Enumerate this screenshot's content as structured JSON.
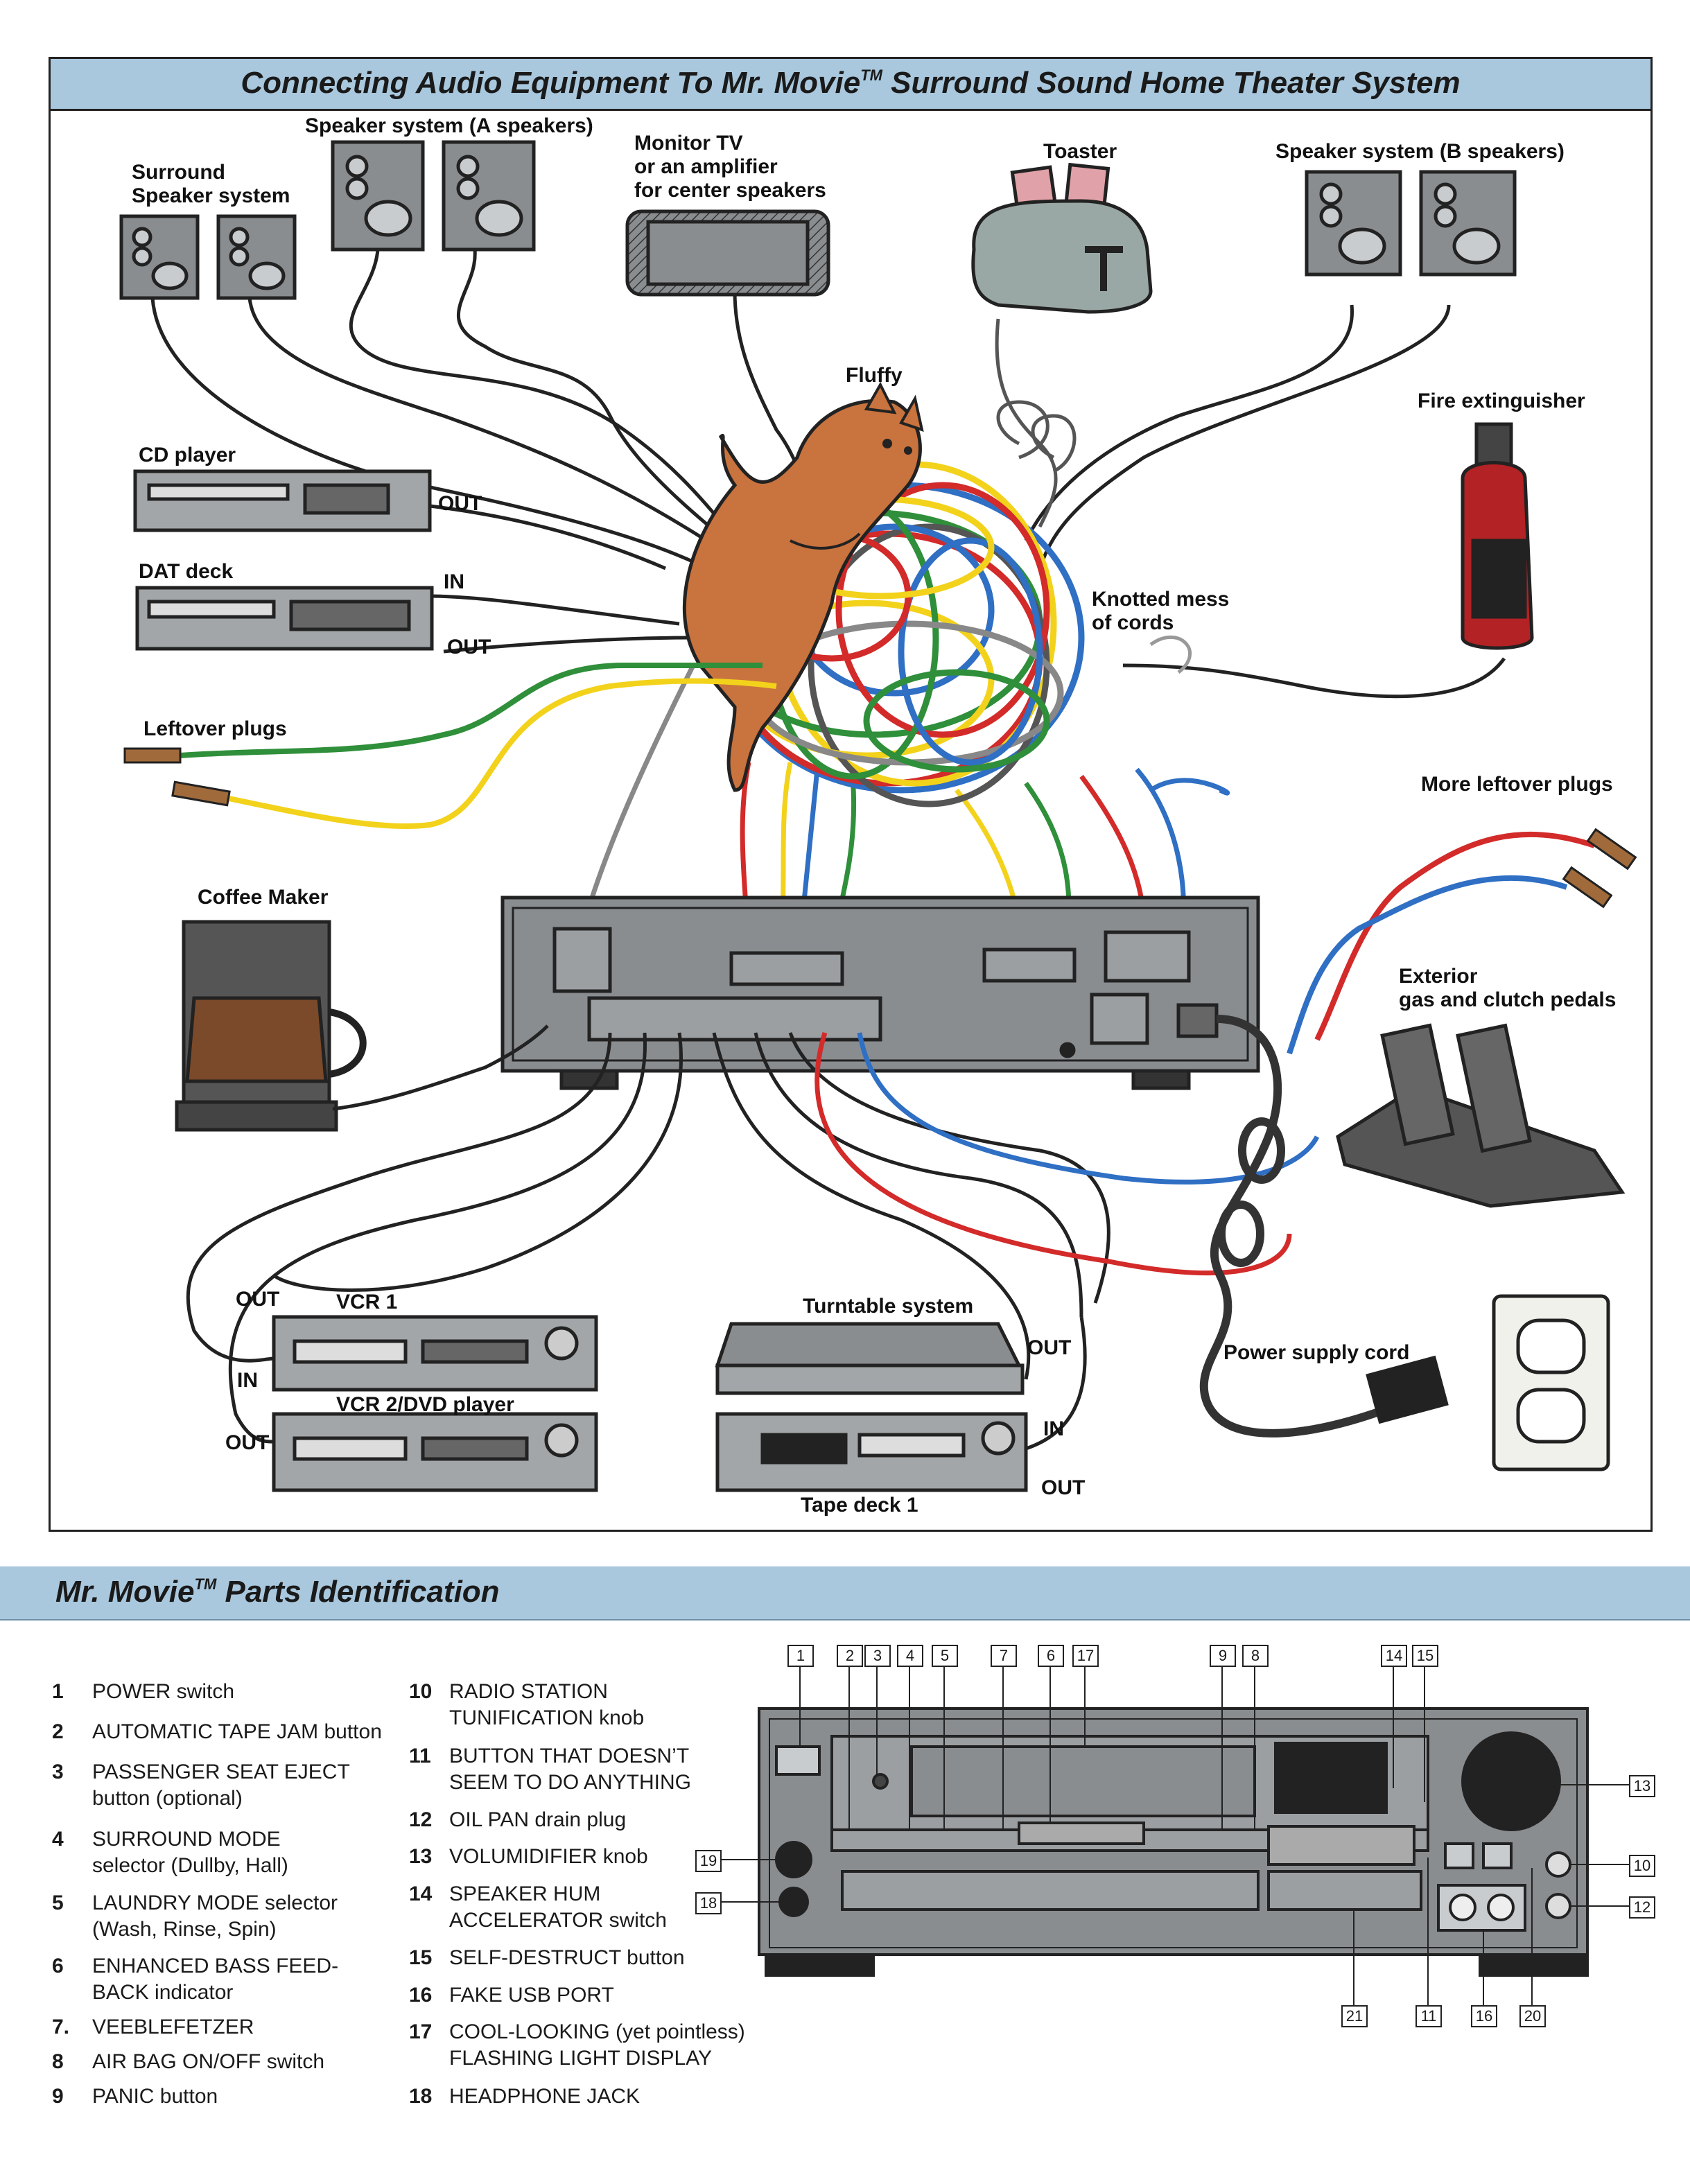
{
  "diagram": {
    "title": "Connecting Audio Equipment To Mr. Movie",
    "title_tm": "TM",
    "title_rest": " Surround Sound Home Theater System",
    "labels": {
      "surround_speakers": "Surround\nSpeaker system",
      "speakers_a": "Speaker system (A speakers)",
      "monitor_tv": "Monitor TV\nor an amplifier\nfor center speakers",
      "toaster": "Toaster",
      "speakers_b": "Speaker system (B speakers)",
      "fluffy": "Fluffy",
      "fire_extinguisher": "Fire extinguisher",
      "cd_player": "CD player",
      "cd_out": "OUT",
      "dat_deck": "DAT deck",
      "dat_in": "IN",
      "dat_out": "OUT",
      "knotted_mess": "Knotted mess\nof cords",
      "leftover_plugs": "Leftover plugs",
      "more_leftover_plugs": "More leftover plugs",
      "coffee_maker": "Coffee Maker",
      "pedals": "Exterior\ngas and clutch pedals",
      "vcr1": "VCR 1",
      "vcr1_out": "OUT",
      "vcr1_in": "IN",
      "vcr2": "VCR 2/DVD player",
      "vcr2_out": "OUT",
      "turntable": "Turntable system",
      "turntable_out": "OUT",
      "tape_deck": "Tape deck 1",
      "tape_in": "IN",
      "tape_out": "OUT",
      "power_cord": "Power supply cord"
    }
  },
  "parts_section": {
    "title": "Mr. Movie",
    "title_tm": "TM",
    "title_rest": " Parts Identification",
    "items": [
      {
        "num": "1",
        "desc": "POWER switch"
      },
      {
        "num": "2",
        "desc": "AUTOMATIC TAPE JAM button"
      },
      {
        "num": "3",
        "desc": "PASSENGER SEAT EJECT\nbutton (optional)"
      },
      {
        "num": "4",
        "desc": "SURROUND MODE\nselector (Dullby, Hall)"
      },
      {
        "num": "5",
        "desc": "LAUNDRY MODE selector\n(Wash, Rinse, Spin)"
      },
      {
        "num": "6",
        "desc": "ENHANCED BASS FEED-\nBACK indicator"
      },
      {
        "num": "7.",
        "desc": "VEEBLEFETZER"
      },
      {
        "num": "8",
        "desc": "AIR BAG ON/OFF switch"
      },
      {
        "num": "9",
        "desc": "PANIC button"
      },
      {
        "num": "10",
        "desc": "RADIO STATION\nTUNIFICATION knob"
      },
      {
        "num": "11",
        "desc": "BUTTON THAT DOESN’T\nSEEM TO DO ANYTHING"
      },
      {
        "num": "12",
        "desc": "OIL PAN drain plug"
      },
      {
        "num": "13",
        "desc": "VOLUMIDIFIER knob"
      },
      {
        "num": "14",
        "desc": "SPEAKER HUM\nACCELERATOR switch"
      },
      {
        "num": "15",
        "desc": "SELF-DESTRUCT button"
      },
      {
        "num": "16",
        "desc": "FAKE USB PORT"
      },
      {
        "num": "17",
        "desc": "COOL-LOOKING (yet pointless)\nFLASHING LIGHT DISPLAY"
      },
      {
        "num": "18",
        "desc": "HEADPHONE JACK"
      }
    ],
    "callouts": [
      "1",
      "2",
      "3",
      "4",
      "5",
      "7",
      "6",
      "17",
      "9",
      "8",
      "14",
      "15",
      "13",
      "10",
      "12",
      "19",
      "18",
      "21",
      "11",
      "16",
      "20"
    ]
  },
  "colors": {
    "title_bar": "#a9c8de",
    "device_gray": "#8a8d90",
    "cat_orange": "#c9733e",
    "cord_red": "#d32a2a",
    "cord_blue": "#2f6fc4",
    "cord_green": "#2f8f3a",
    "cord_yellow": "#f2d21b"
  }
}
